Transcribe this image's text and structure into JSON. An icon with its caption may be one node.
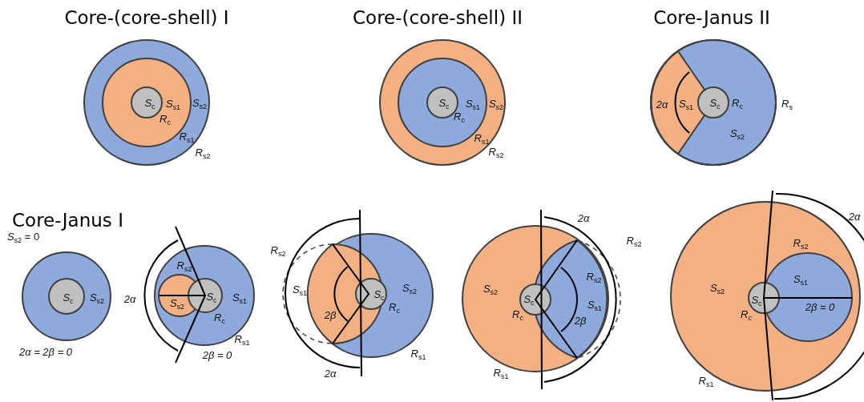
{
  "diagram": {
    "labels": [
      "Core-(core-shell) I",
      "Core-(core-shell) II",
      "Core-Janus II",
      "*S*$_{c}$",
      "*S*$_{s1}$",
      "*S*$_{s2}$",
      "*R*$_{c}$",
      "*R*$_{s1}$",
      "*R*$_{s2}$",
      "*S*$_{c}$",
      "*S*$_{s1}$",
      "*S*$_{s2}$",
      "*R*$_{c}$",
      "*R*$_{s1}$",
      "*R*$_{s2}$",
      "2α",
      "*S*$_{s1}$",
      "*S*$_{c}$",
      "*R*$_{c}$",
      "*R*$_{s}$",
      "*S*$_{s2}$",
      "Core-Janus I",
      "*S*$_{s2}$ = 0",
      "*S*$_{c}$",
      "*S*$_{s2}$",
      "2α = 2β = 0",
      "*R*$_{s2}$",
      "2α",
      "*S*$_{s2}$",
      "*S*$_{c}$",
      "*S*$_{s1}$",
      "*R*$_{c}$",
      "*R*$_{s1}$",
      "2β = 0",
      "*R*$_{s2}$",
      "*S*$_{s1}$",
      "2β",
      "*S*$_{c}$",
      "*R*$_{c}$",
      "*S*$_{s2}$",
      "*R*$_{s1}$",
      "2α",
      "2α",
      "*R*$_{s2}$",
      "*S*$_{s2}$",
      "*R*$_{s2}$",
      "*S*$_{s1}$",
      "*S*$_{c}$",
      "*R*$_{c}$",
      "2β",
      "*R*$_{s1}$",
      "2α",
      "*R*$_{s2}$",
      "*S*$_{s1}$",
      "*S*$_{s2}$",
      "*S*$_{c}$",
      "2β = 0",
      "*R*$_{c}$",
      "*R*$_{s1}$"
    ]
  }
}
